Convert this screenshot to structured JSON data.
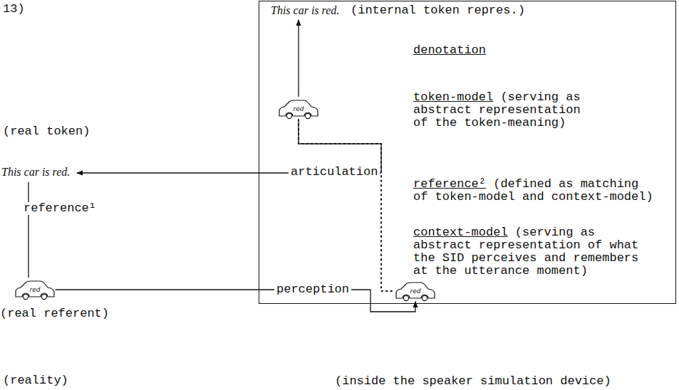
{
  "diagram": {
    "nodes": [
      {
        "text": [
          "(inside the speaker simulation device)"
        ]
      },
      {
        "text": [
          "red"
        ],
        "in": 0
      },
      {
        "text": [
          "red"
        ],
        "in": 0
      },
      {
        "text": [
          "red",
          "(real referent)"
        ]
      }
    ],
    "edges": [
      {
        "from": 3,
        "to": 2,
        "label": "perception",
        "arrow": "to"
      },
      {
        "from": 1,
        "to": 2,
        "arrow": "none"
      }
    ],
    "labels": [
      "13)",
      "This car is red.",
      "(internal token repres.)",
      "denotation",
      "token-model",
      "(serving as abstract representation of the token-meaning)",
      "(real token)",
      "This car is red.",
      "articulation",
      "reference¹",
      "reference²",
      "(defined as matching of token-model and context-model)",
      "context-model",
      "(serving as abstract representation of what the SID perceives and remembers at the utterance moment)",
      "(reality)"
    ]
  }
}
